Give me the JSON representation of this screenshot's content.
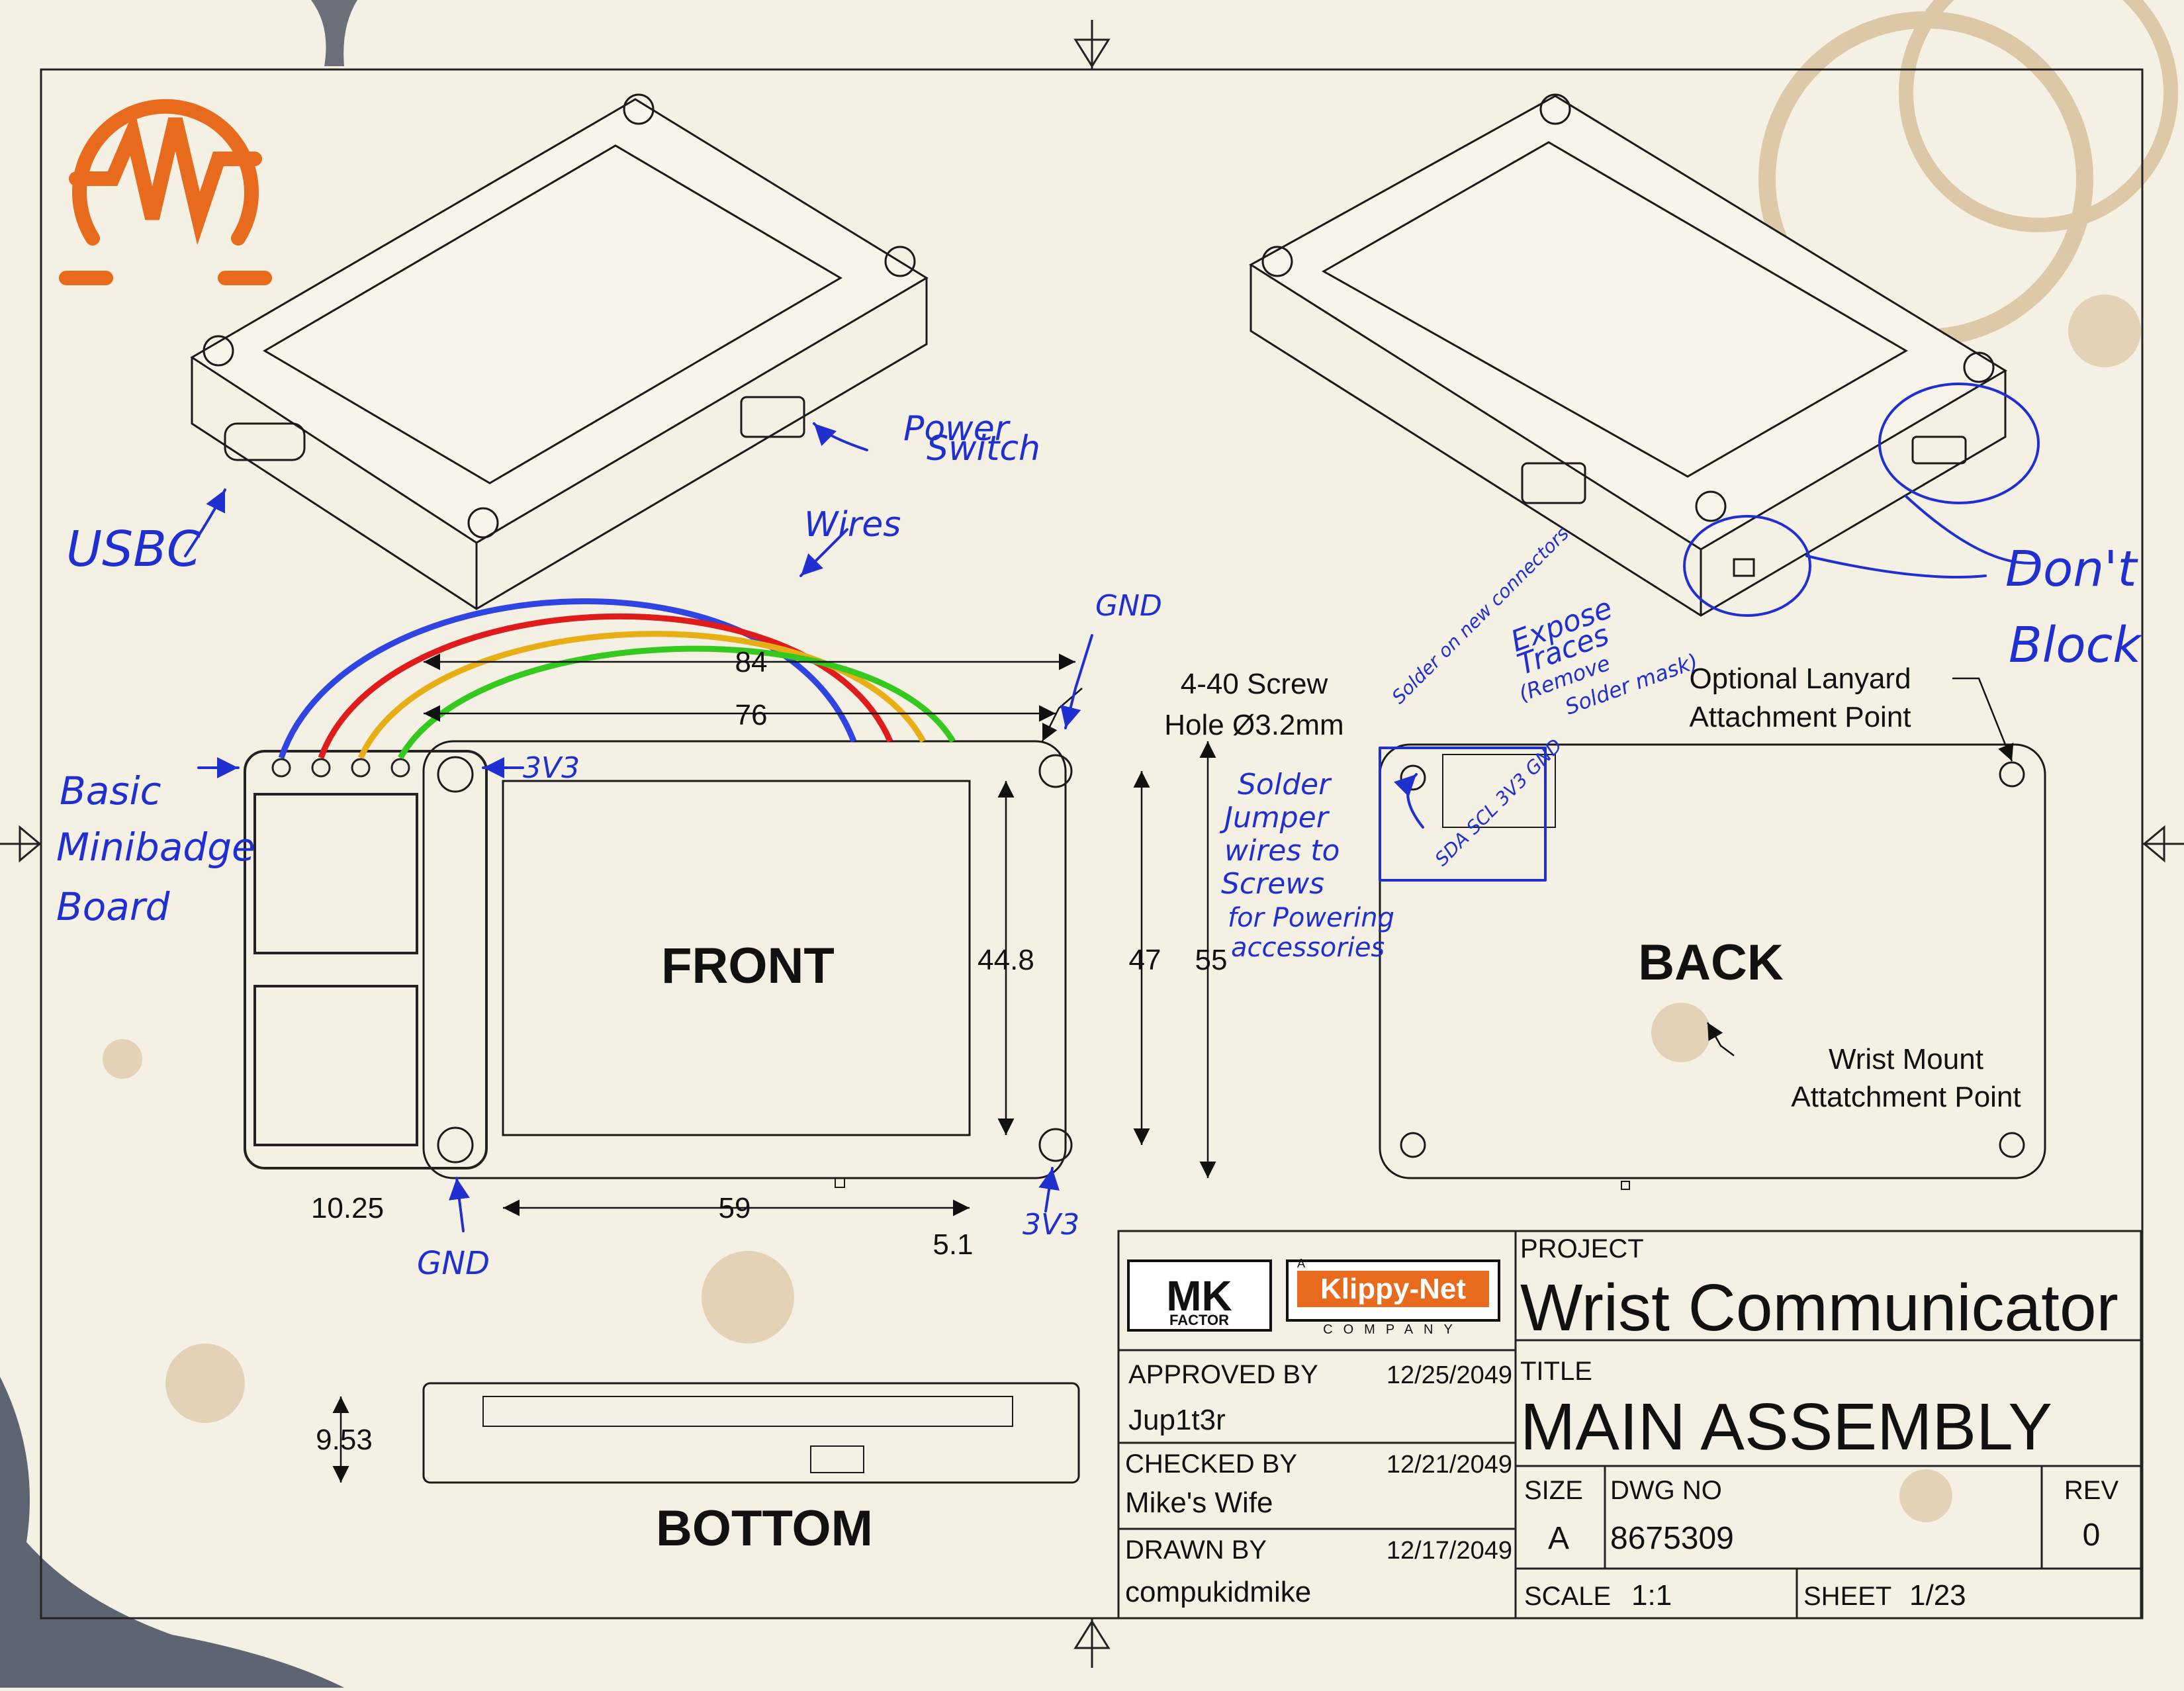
{
  "logos": {
    "mk": "MK",
    "factor": "FACTOR",
    "klippy_a": "A",
    "klippy": "Klippy-Net",
    "company": "COMPANY"
  },
  "views": {
    "front": "FRONT",
    "back": "BACK",
    "bottom": "BOTTOM"
  },
  "dimensions": {
    "overall_width": "84",
    "hole_spacing_x": "76",
    "display_height": "44.8",
    "hole_spacing_y": "47",
    "overall_height": "55",
    "display_width": "59",
    "left_offset": "10.25",
    "bottom_offset": "5.1",
    "thickness": "9.53"
  },
  "callouts": {
    "screw_line1": "4-40 Screw",
    "screw_line2": "Hole Ø3.2mm",
    "lanyard_line1": "Optional Lanyard",
    "lanyard_line2": "Attachment Point",
    "wrist_line1": "Wrist Mount",
    "wrist_line2": "Attatchment Point"
  },
  "handwritten": {
    "usbc": "USBC",
    "power_line1": "Power",
    "power_line2": "Switch",
    "wires": "Wires",
    "gnd": "GND",
    "v3v3": "3V3",
    "basic_line1": "Basic",
    "basic_line2": "Minibadge",
    "basic_line3": "Board",
    "solder_line1": "Solder",
    "solder_line2": "Jumper",
    "solder_line3": "wires to",
    "solder_line4": "Screws",
    "solder_line5": "for Powering",
    "solder_line6": "accessories",
    "solder_connectors": "Solder on new connectors",
    "expose": "Expose",
    "traces": "Traces",
    "remove": "(Remove",
    "soldermask": "Solder mask)",
    "pin_labels": "SDA SCL 3V3 GND",
    "dont": "Don't",
    "block": "Block"
  },
  "title_block": {
    "approved_by_label": "APPROVED BY",
    "approved_date": "12/25/2049",
    "approved_name": "Jup1t3r",
    "checked_by_label": "CHECKED BY",
    "checked_date": "12/21/2049",
    "checked_name": "Mike's Wife",
    "drawn_by_label": "DRAWN BY",
    "drawn_date": "12/17/2049",
    "drawn_name": "compukidmike",
    "project_label": "PROJECT",
    "project_name": "Wrist Communicator",
    "title_label": "TITLE",
    "title": "MAIN ASSEMBLY",
    "size_label": "SIZE",
    "size": "A",
    "dwg_no_label": "DWG NO",
    "dwg_no": "8675309",
    "rev_label": "REV",
    "rev": "0",
    "scale_label": "SCALE",
    "scale": "1:1",
    "sheet_label": "SHEET",
    "sheet": "1/23"
  },
  "colors": {
    "wire_blue": "#2f44e0",
    "wire_red": "#e01b1b",
    "wire_yellow": "#e8ae15",
    "wire_green": "#35c81f",
    "annotation_blue": "#1f2fd0",
    "logo_orange": "#e86a1d"
  }
}
